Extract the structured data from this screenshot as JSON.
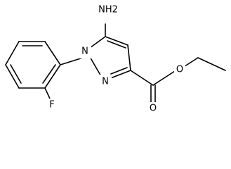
{
  "molecule": {
    "atoms": {
      "amino": "NH2",
      "n1": "N",
      "n2": "N",
      "carbonyl_o": "O",
      "ether_o": "O",
      "fluorine": "F"
    },
    "colors": {
      "bond": "#000000",
      "label": "#000000",
      "background": "#ffffff"
    }
  }
}
